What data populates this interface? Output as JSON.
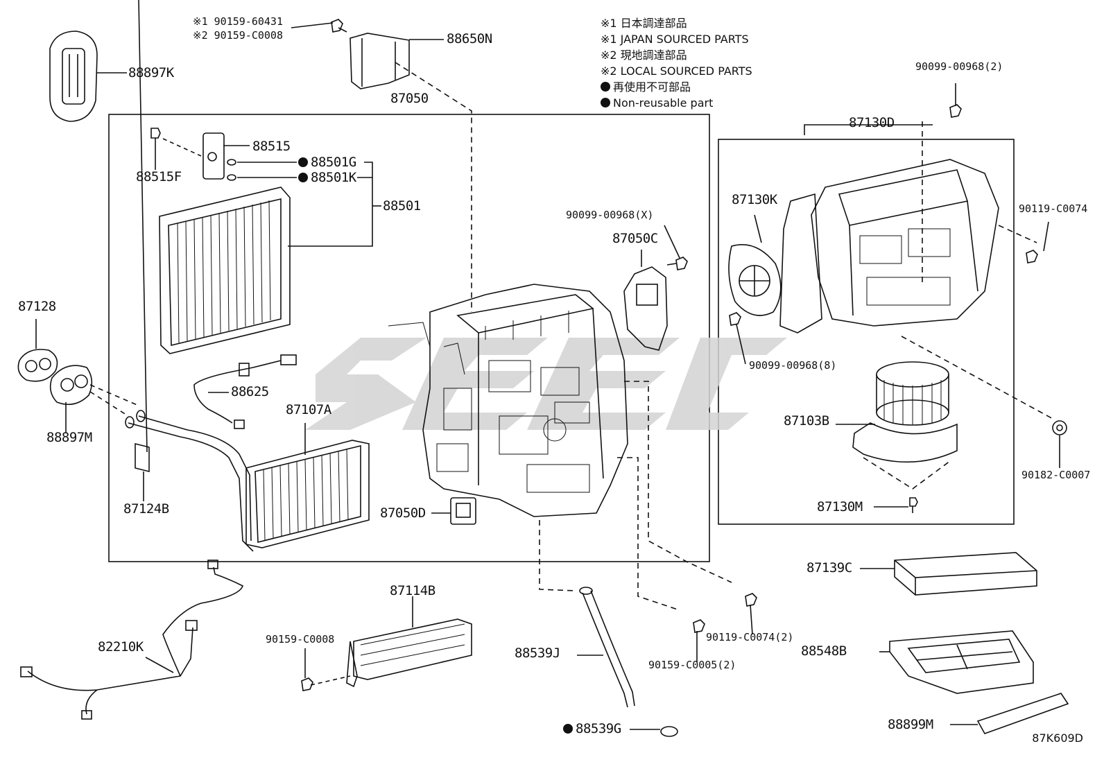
{
  "legend": {
    "line1": "※1 日本調達部品",
    "line2": "※1 JAPAN SOURCED PARTS",
    "line3": "※2 現地調達部品",
    "line4": "※2 LOCAL SOURCED PARTS",
    "line5": "再使用不可部品",
    "line6": "Non-reusable part"
  },
  "parts": {
    "p_88897K": "88897K",
    "p_901596_a": "※1 90159-60431",
    "p_901596_b": "※2 90159-C0008",
    "p_88650N": "88650N",
    "p_87050": "87050",
    "p_88515": "88515",
    "p_88515F": "88515F",
    "p_88501G": "88501G",
    "p_88501K": "88501K",
    "p_88501": "88501",
    "p_90099X": "90099-00968(X)",
    "p_87050C": "87050C",
    "p_87128": "87128",
    "p_88625": "88625",
    "p_87107A": "87107A",
    "p_88897M": "88897M",
    "p_87124B": "87124B",
    "p_87050D": "87050D",
    "p_90099_2": "90099-00968(2)",
    "p_87130D": "87130D",
    "p_87130K": "87130K",
    "p_90119": "90119-C0074",
    "p_90099_8": "90099-00968(8)",
    "p_87103B": "87103B",
    "p_90182": "90182-C0007",
    "p_87130M": "87130M",
    "p_87139C": "87139C",
    "p_87114B": "87114B",
    "p_90159_C0008": "90159-C0008",
    "p_82210K": "82210K",
    "p_88539J": "88539J",
    "p_90119_2": "90119-C0074(2)",
    "p_90159_C0005": "90159-C0005(2)",
    "p_88548B": "88548B",
    "p_88539G": "88539G",
    "p_88899M": "88899M"
  },
  "diagram_ref": "87K609D"
}
